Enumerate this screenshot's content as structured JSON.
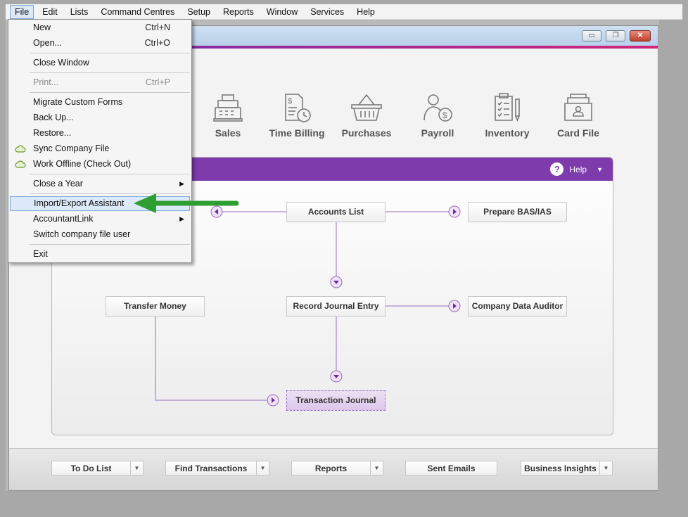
{
  "menubar": {
    "items": [
      "File",
      "Edit",
      "Lists",
      "Command Centres",
      "Setup",
      "Reports",
      "Window",
      "Services",
      "Help"
    ],
    "active": "File"
  },
  "window": {
    "controls": {
      "minimize": "▭",
      "restore": "❐",
      "close": "✕"
    }
  },
  "modules": [
    {
      "label": "Sales",
      "icon": "cash-register-icon"
    },
    {
      "label": "Time Billing",
      "icon": "time-billing-icon"
    },
    {
      "label": "Purchases",
      "icon": "basket-icon"
    },
    {
      "label": "Payroll",
      "icon": "payroll-person-icon"
    },
    {
      "label": "Inventory",
      "icon": "inventory-clipboard-icon"
    },
    {
      "label": "Card File",
      "icon": "card-file-icon"
    }
  ],
  "flow": {
    "help_label": "Help",
    "help_icon": "?",
    "buttons": {
      "accounts_list": "Accounts List",
      "prepare_bas": "Prepare BAS/IAS",
      "transfer_money": "Transfer Money",
      "record_journal": "Record Journal Entry",
      "company_auditor": "Company Data Auditor",
      "transaction_journal": "Transaction Journal"
    },
    "accent_color": "#7d3bab"
  },
  "bottom_bar": {
    "to_do_list": "To Do List",
    "find_transactions": "Find Transactions",
    "reports": "Reports",
    "sent_emails": "Sent Emails",
    "business_insights": "Business Insights"
  },
  "file_menu": {
    "new": {
      "label": "New",
      "shortcut": "Ctrl+N"
    },
    "open": {
      "label": "Open...",
      "shortcut": "Ctrl+O"
    },
    "close_window": {
      "label": "Close Window"
    },
    "print": {
      "label": "Print...",
      "shortcut": "Ctrl+P"
    },
    "migrate": {
      "label": "Migrate Custom Forms"
    },
    "backup": {
      "label": "Back Up..."
    },
    "restore": {
      "label": "Restore..."
    },
    "sync": {
      "label": "Sync Company File"
    },
    "offline": {
      "label": "Work Offline (Check Out)"
    },
    "close_year": {
      "label": "Close a Year"
    },
    "import_export": {
      "label": "Import/Export Assistant"
    },
    "accountant_link": {
      "label": "AccountantLink"
    },
    "switch_user": {
      "label": "Switch company file user"
    },
    "exit": {
      "label": "Exit"
    }
  },
  "annotation": {
    "arrow_color": "#2e9e32"
  }
}
